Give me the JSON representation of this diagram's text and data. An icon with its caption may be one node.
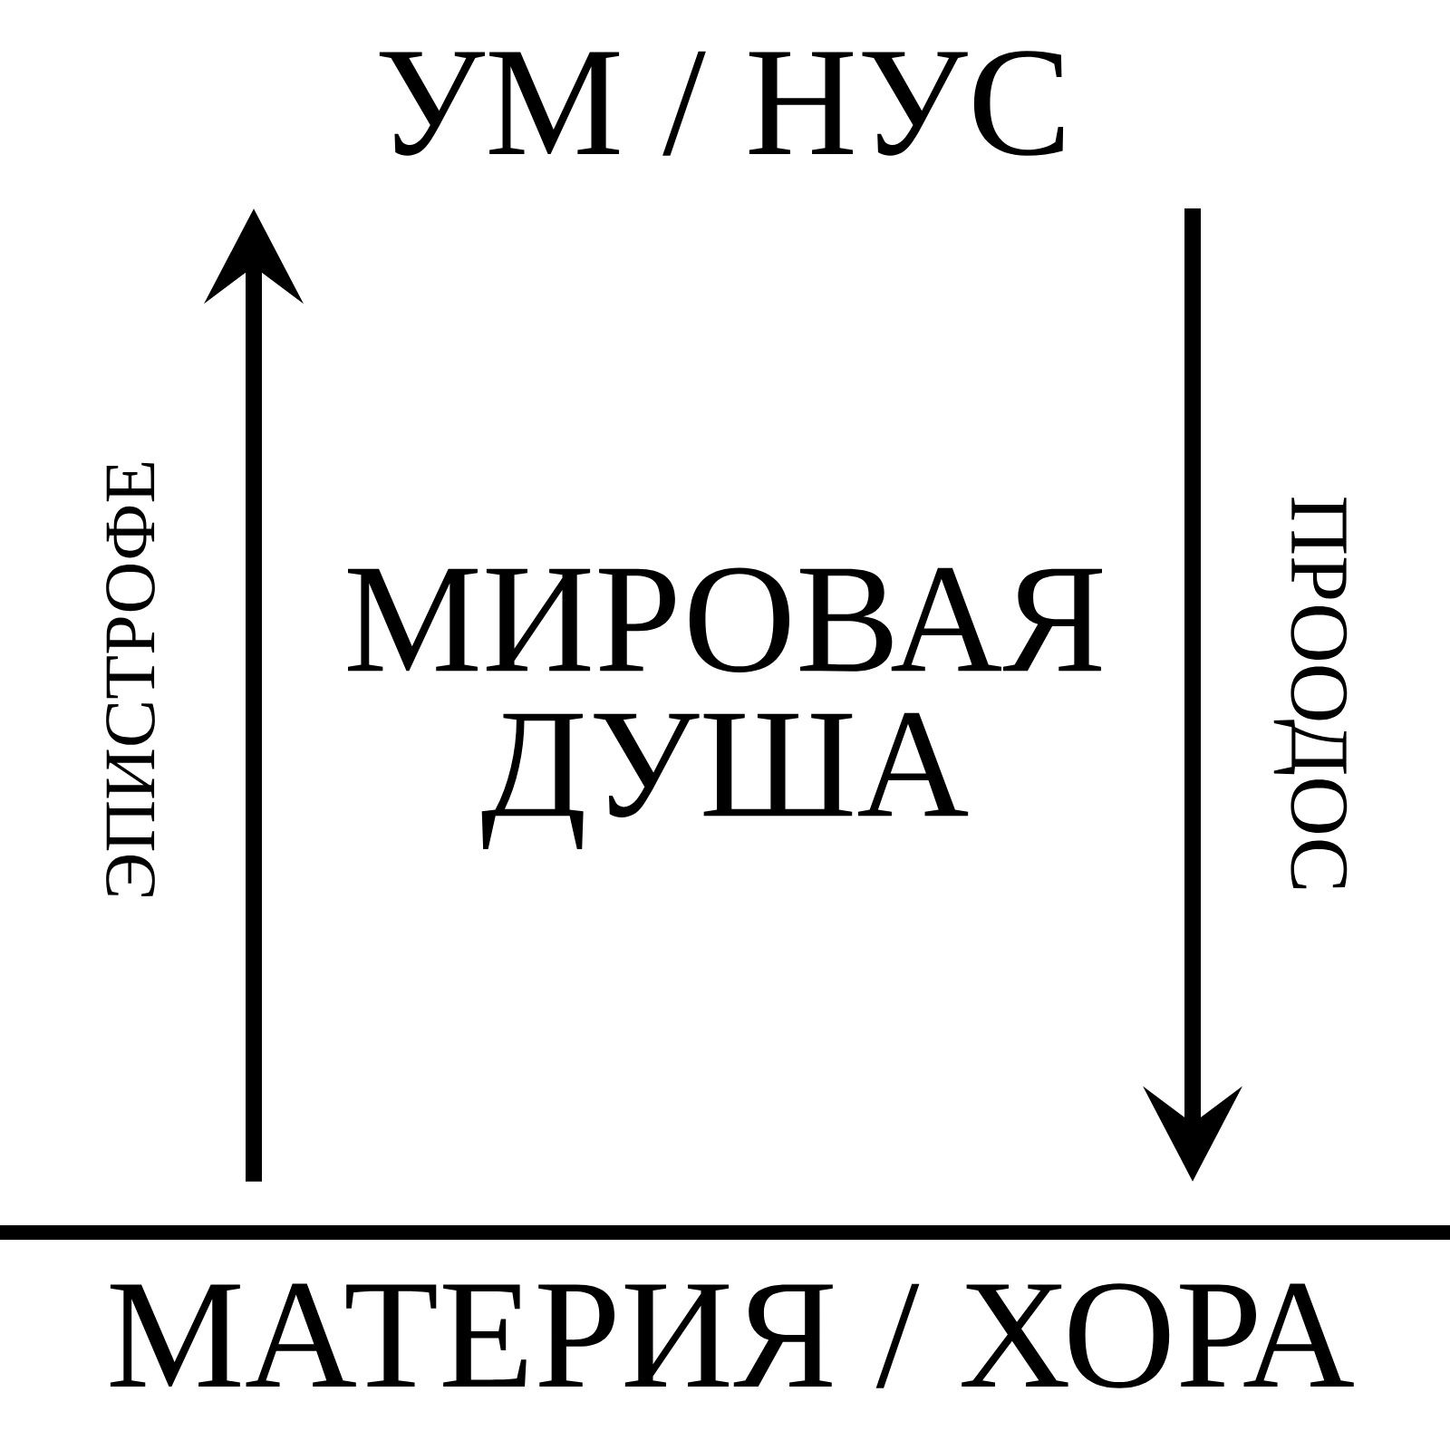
{
  "diagram": {
    "nodes": [
      {
        "text": [
          "УМ / НУС"
        ]
      },
      {
        "text": [
          "МИРОВАЯ ДУША"
        ]
      },
      {
        "text": [
          "МАТЕРИЯ / ХОРА"
        ]
      }
    ],
    "edges": [
      {
        "from": 2,
        "to": 0,
        "arrow": "to",
        "label": "ЭПИСТРОФЕ"
      },
      {
        "from": 0,
        "to": 2,
        "arrow": "to",
        "label": "ПРООДОС"
      }
    ]
  }
}
